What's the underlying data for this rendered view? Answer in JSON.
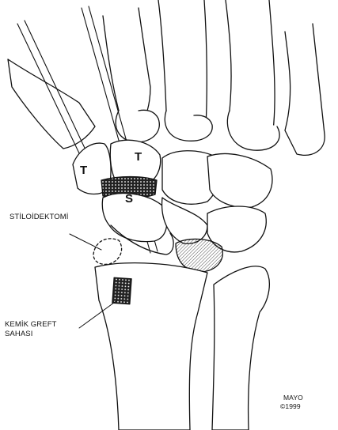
{
  "labels": {
    "styloidectomy": "STİLOİDEKTOMİ",
    "bone_graft_line1": "KEMİK GREFT",
    "bone_graft_line2": "SAHASI",
    "credit_line1": "MAYO",
    "credit_line2": "©1999"
  },
  "bone_letters": {
    "trapezium": "T",
    "trapezoid": "T",
    "scaphoid": "S"
  }
}
